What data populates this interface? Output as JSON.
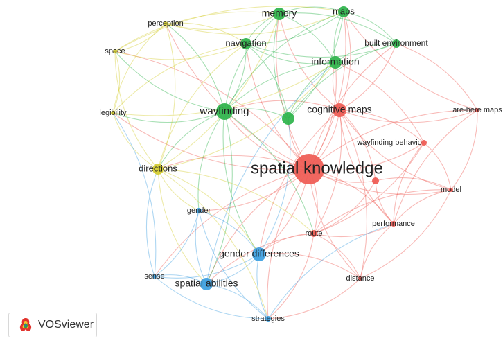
{
  "colors": {
    "red": "#ef5a53",
    "green": "#2cb34a",
    "blue": "#3b9ee0",
    "yellow": "#d3cc30"
  },
  "nodes": [
    {
      "id": "spatial-knowledge",
      "label": "spatial knowledge",
      "cluster": "red",
      "weight": 5
    },
    {
      "id": "cognitive-maps",
      "label": "cognitive maps",
      "cluster": "red",
      "weight": 3
    },
    {
      "id": "are-here-maps",
      "label": "are-here maps",
      "cluster": "red",
      "weight": 1
    },
    {
      "id": "wayfinding-behavior",
      "label": "wayfinding behavio",
      "cluster": "red",
      "weight": 1
    },
    {
      "id": "unlabeled-red",
      "label": "",
      "cluster": "red",
      "weight": 1
    },
    {
      "id": "model",
      "label": "model",
      "cluster": "red",
      "weight": 1
    },
    {
      "id": "performance",
      "label": "performance",
      "cluster": "red",
      "weight": 1
    },
    {
      "id": "route",
      "label": "route",
      "cluster": "red",
      "weight": 1
    },
    {
      "id": "distance",
      "label": "distance",
      "cluster": "red",
      "weight": 1
    },
    {
      "id": "memory",
      "label": "memory",
      "cluster": "green",
      "weight": 2
    },
    {
      "id": "maps",
      "label": "maps",
      "cluster": "green",
      "weight": 2
    },
    {
      "id": "navigation",
      "label": "navigation",
      "cluster": "green",
      "weight": 2
    },
    {
      "id": "built-environment",
      "label": "built environment",
      "cluster": "green",
      "weight": 1
    },
    {
      "id": "information",
      "label": "information",
      "cluster": "green",
      "weight": 2
    },
    {
      "id": "wayfinding",
      "label": "wayfinding",
      "cluster": "green",
      "weight": 3
    },
    {
      "id": "unlabeled-green",
      "label": "",
      "cluster": "green",
      "weight": 2
    },
    {
      "id": "perception",
      "label": "perception",
      "cluster": "yellow",
      "weight": 1
    },
    {
      "id": "space",
      "label": "space",
      "cluster": "yellow",
      "weight": 1
    },
    {
      "id": "legibility",
      "label": "legibility",
      "cluster": "yellow",
      "weight": 1
    },
    {
      "id": "directions",
      "label": "directions",
      "cluster": "yellow",
      "weight": 2
    },
    {
      "id": "gender",
      "label": "gender",
      "cluster": "blue",
      "weight": 1
    },
    {
      "id": "gender-differences",
      "label": "gender differences",
      "cluster": "blue",
      "weight": 3
    },
    {
      "id": "sense",
      "label": "sense",
      "cluster": "blue",
      "weight": 1
    },
    {
      "id": "spatial-abilities",
      "label": "spatial abilities",
      "cluster": "blue",
      "weight": 3
    },
    {
      "id": "strategies",
      "label": "strategies",
      "cluster": "blue",
      "weight": 1
    }
  ],
  "brand": {
    "name": "VOSviewer"
  }
}
